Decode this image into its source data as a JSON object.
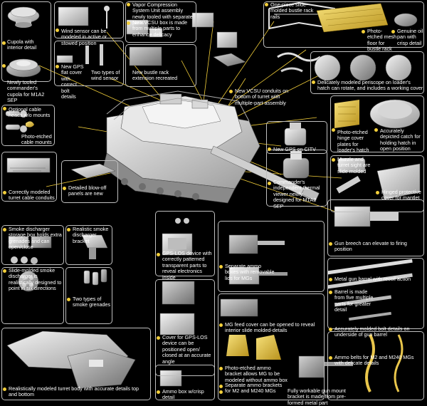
{
  "palette": {
    "background": "#000000",
    "frame": "#bfbfbf",
    "callout": "#f3cf3a",
    "part_light": "#e6e6e6",
    "part_mid": "#b5b5b5",
    "part_dark": "#7c7c7c",
    "brass": "#e9c64b",
    "photoetch": "#d9b53a"
  },
  "captions": {
    "cupola": "Cupola with interior detail",
    "tooled_cupola": "Newly tooled commander's cupola for M1A2 SEP",
    "wind_sensor": "Wind sensor can be modeled in active or stowed position",
    "gps_cover": "New GPS flat cover with correct bolt details",
    "wind_types": "Two types of wind sensor",
    "vcs": "Vapor Compression System Unit assembly newly tooled with separate parts",
    "vcsu_box": "New VCSU box is made from multiple parts to enhance delicacy",
    "bustle_ext": "New bustle rack extension recreated",
    "bustle_rack": "One-piece slide-molded bustle rack rails",
    "mesh_floor": "Photo-etched mesh floor for bustle rack",
    "oil_pan": "Genuine oil pan with crisp detail",
    "conduits": "New VCSU conduits on bottom of turret with multiple-part assembly",
    "periscope": "Delicately modeled periscope on loader's hatch can rotate, and includes a working cover",
    "cable_heads": "Optional cable heads w/o mounts",
    "pe_mounts": "Photo-etched cable mounts",
    "hinge_cover": "Photo-etched hinge cover plates for loader's hatch",
    "hatch_catch": "Accurately depicted catch for holding hatch in open position",
    "gps_citv": "New GPS on CITV",
    "citv": "Commander's independent thermal viewer newly designed for M1A2 SEP",
    "cable_conduits": "Correctly modeled turret cable conduits",
    "blowoff": "Detailed blow-off panels are new",
    "muzzle": "Muzzle and turret sight are slide molded",
    "mantlet": "Hinged protective cover for mantlet",
    "smoke_box": "Smoke discharger storage box holds extra grenades and can open/close",
    "smoke_bracket": "Realistic smoke discharger bracket",
    "gps_los": "GPS-LOS device with correctly patterned transparent parts to reveal electronics inside",
    "ammo_boxes": "Separate ammo boxes with removable lids for MGs",
    "breech": "Gun breech can elevate to firing position",
    "slide_smoke": "Slide-molded smoke discharger is realistically designed to point in six directions",
    "grenades": "Two types of smoke grenades",
    "recoil": "Metal gun barrel with recoil action",
    "barrel_parts": "Barrel is made from five multiple parts for greater detail",
    "gps_los_cover": "Cover for GPS-LOS device can be positioned open/ closed at an accurate angle",
    "mg_feed": "MG feed cover can be opened to reveal interior slide molded-details",
    "bolt_details": "Accurately molded bolt details on underside of gun barrel",
    "turret_body": "Realistically modeled turret body with accurate details top and bottom",
    "ammo_box": "Ammo box w/crisp detail",
    "pe_bracket": "Photo-etched ammo bracket allows MG to be modeled without ammo box",
    "sep_brackets": "Separate ammo brackets for M2 and M240 MGs",
    "belts": "Ammo belts for M2 and M240 MGs with delicate details",
    "gun_mount": "Fully workable gun mount bracket is made from pre-formed metal part"
  }
}
